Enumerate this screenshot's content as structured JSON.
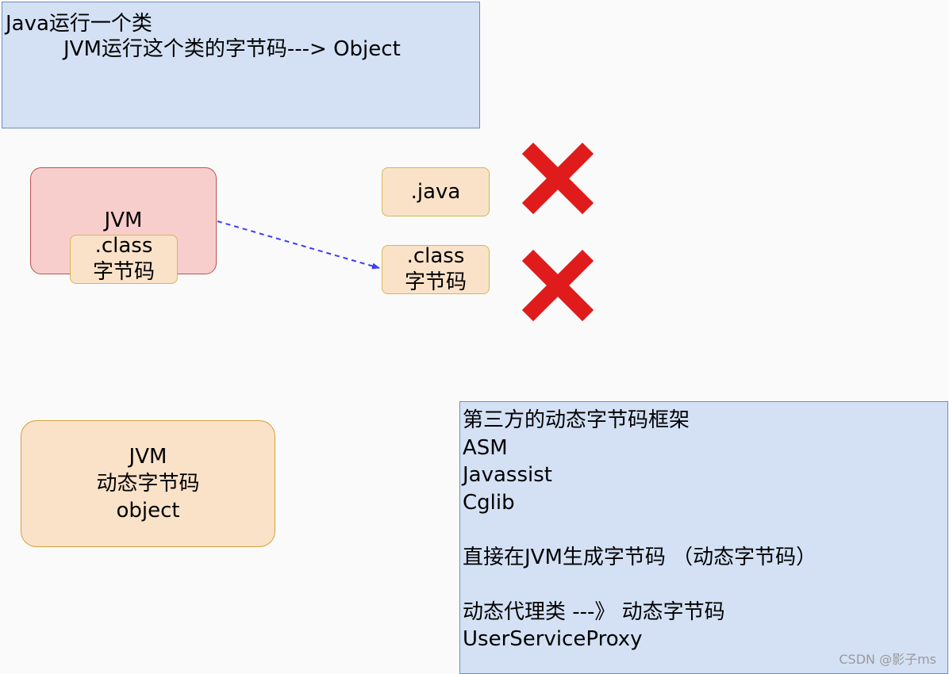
{
  "top_note": {
    "line1": "Java运行一个类",
    "line2": "JVM运行这个类的字节码---> Object"
  },
  "jvm_box": {
    "title": "JVM",
    "inner": {
      "line1": ".class",
      "line2": "字节码"
    }
  },
  "java_file": {
    "label": ".java"
  },
  "class_file": {
    "line1": ".class",
    "line2": "字节码"
  },
  "dynamic_box": {
    "line1": "JVM",
    "line2": "动态字节码",
    "line3": "object"
  },
  "framework_note": {
    "lines": [
      "第三方的动态字节码框架",
      "ASM",
      "Javassist",
      "Cglib",
      "",
      "直接在JVM生成字节码 （动态字节码）",
      "",
      "动态代理类 ---》 动态字节码",
      "UserServiceProxy"
    ]
  },
  "watermark": "CSDN @影子ms",
  "colors": {
    "blue_fill": "#d4e1f5",
    "pink_fill": "#f8cecc",
    "peach_fill": "#fae2c9",
    "arrow": "#3b3bff",
    "cross": "#e01b1b"
  }
}
